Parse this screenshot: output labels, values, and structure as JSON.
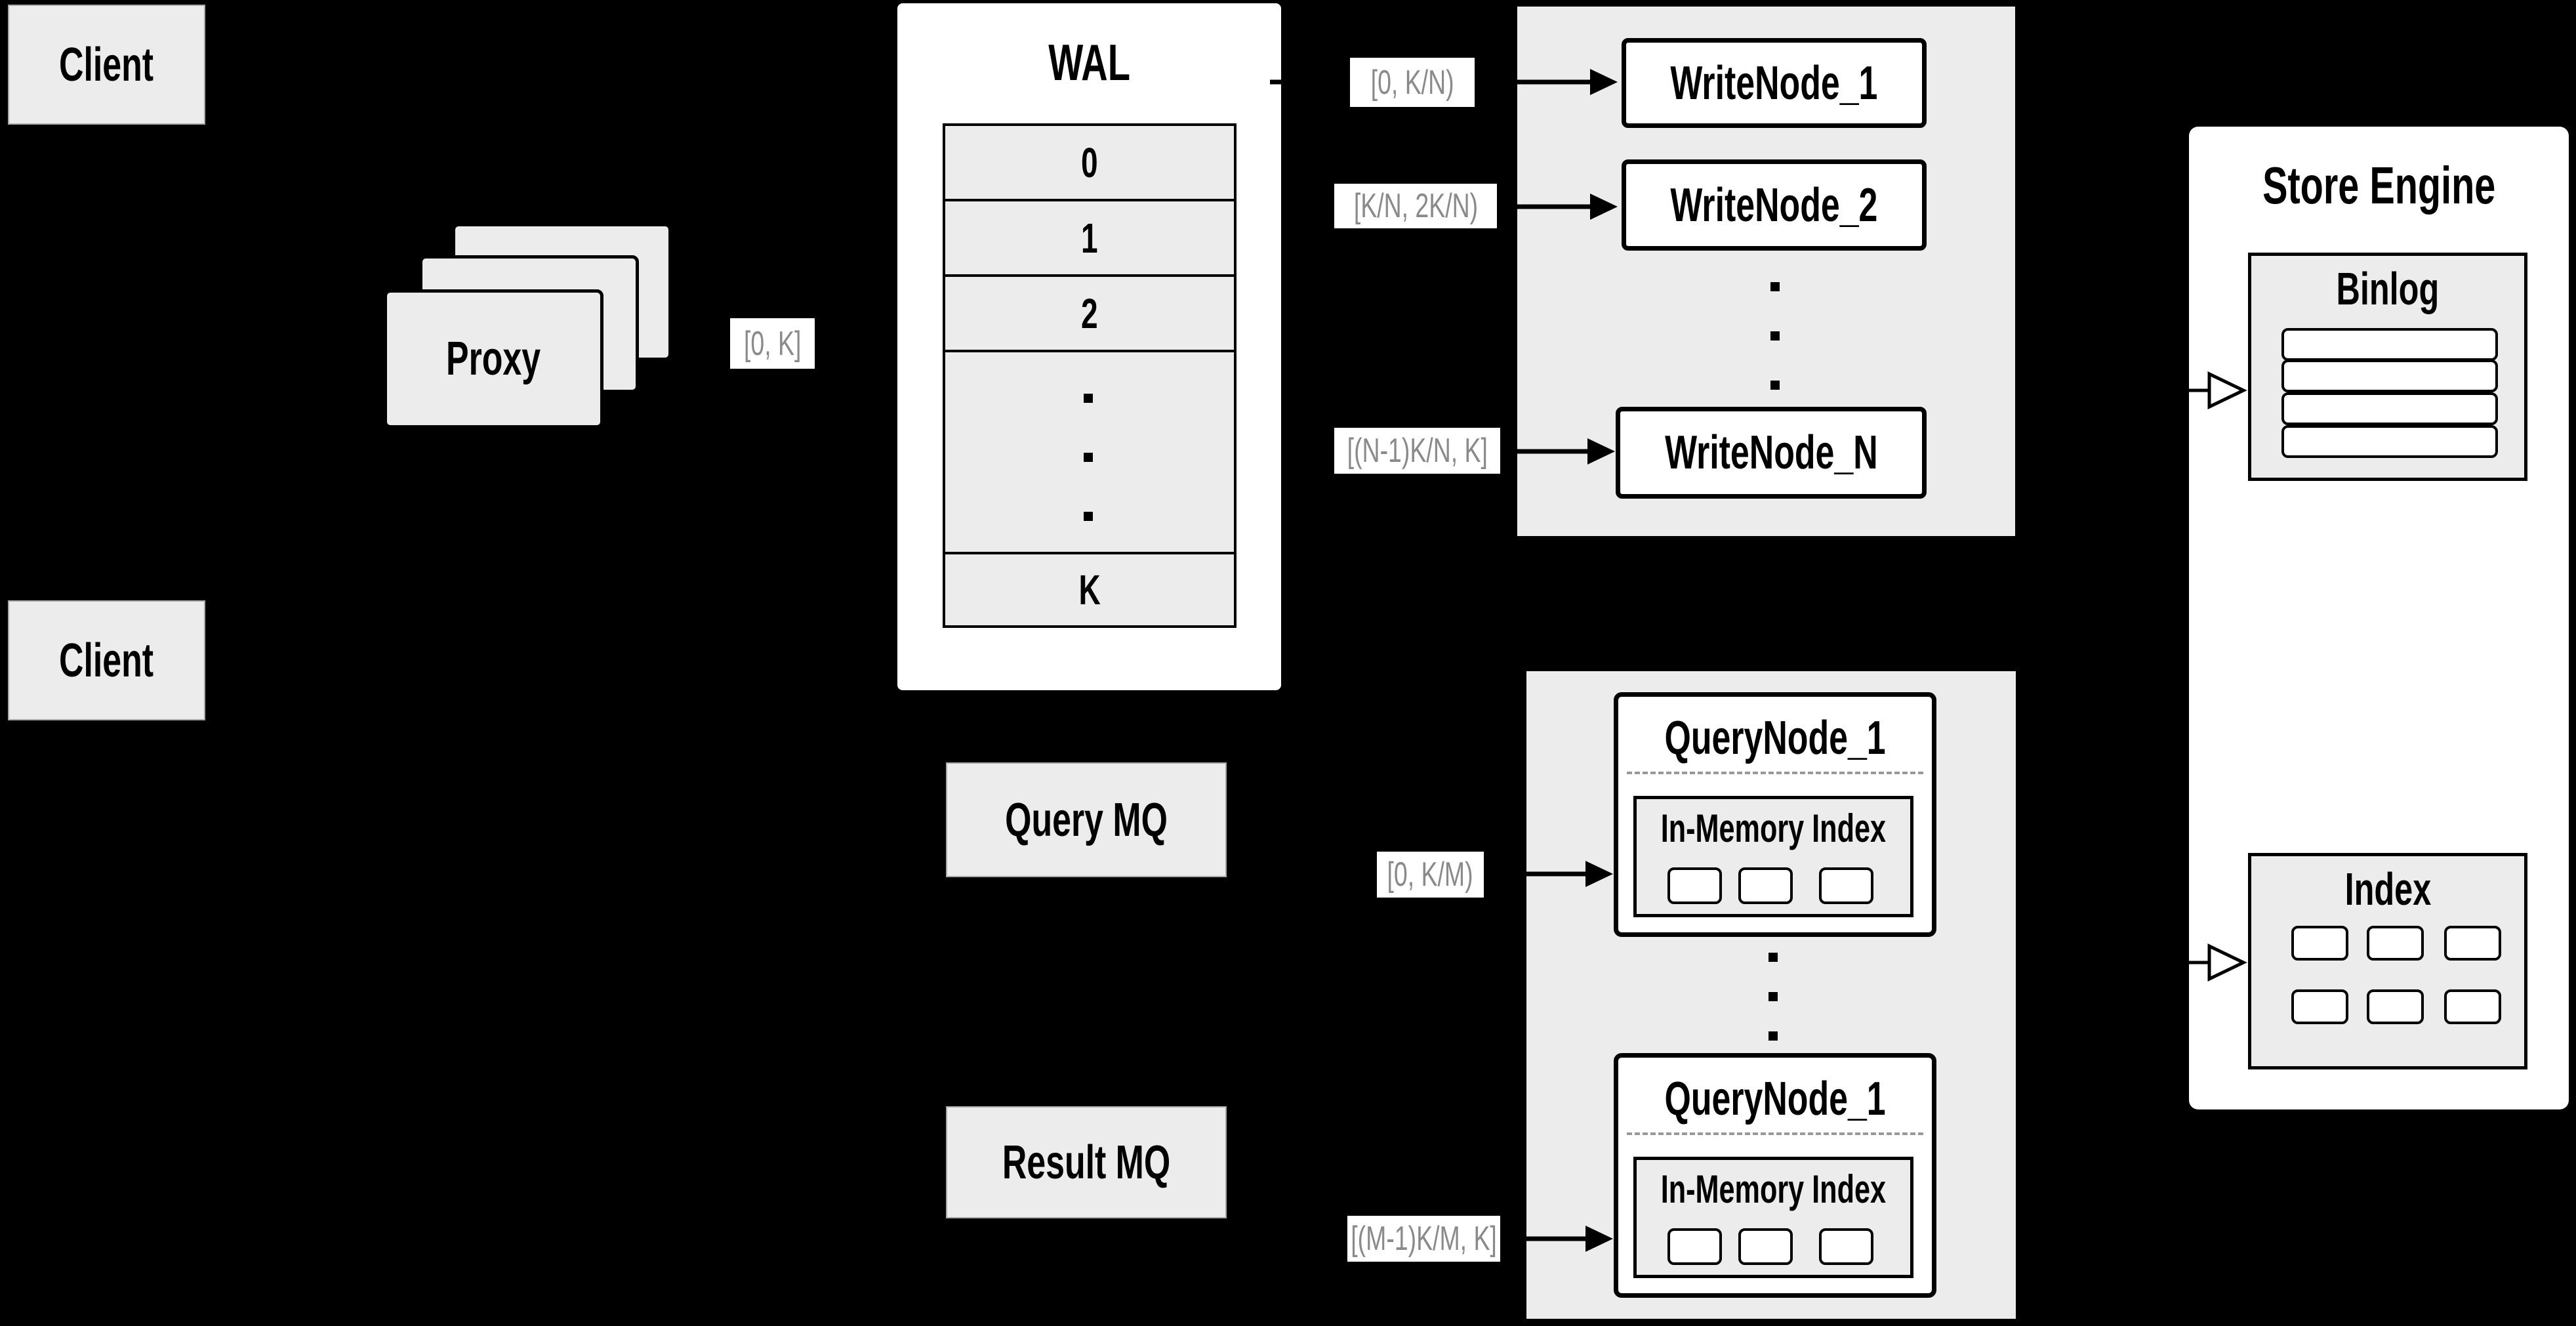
{
  "colors": {
    "background": "#000000",
    "panel_gray": "#ececec",
    "node_white": "#ffffff",
    "border_black": "#000000",
    "range_label_text": "#8a8a8a"
  },
  "clients": {
    "top": "Client",
    "bottom": "Client"
  },
  "proxy": {
    "label": "Proxy",
    "range_out": "[0, K]"
  },
  "wal": {
    "title": "WAL",
    "segments": [
      "0",
      "1",
      "2"
    ],
    "tail_segment": "K"
  },
  "write_section": {
    "nodes": [
      {
        "label": "WriteNode_1",
        "range": "[0, K/N)"
      },
      {
        "label": "WriteNode_2",
        "range": "[K/N, 2K/N)"
      },
      {
        "label": "WriteNode_N",
        "range": "[(N-1)K/N, K]"
      }
    ]
  },
  "mq": {
    "query": "Query MQ",
    "result": "Result MQ"
  },
  "query_section": {
    "nodes": [
      {
        "label": "QueryNode_1",
        "inner": "In-Memory Index",
        "range": "[0, K/M)"
      },
      {
        "label": "QueryNode_1",
        "inner": "In-Memory Index",
        "range": "[(M-1)K/M, K]"
      }
    ]
  },
  "store_engine": {
    "title": "Store Engine",
    "binlog": "Binlog",
    "index": "Index"
  }
}
